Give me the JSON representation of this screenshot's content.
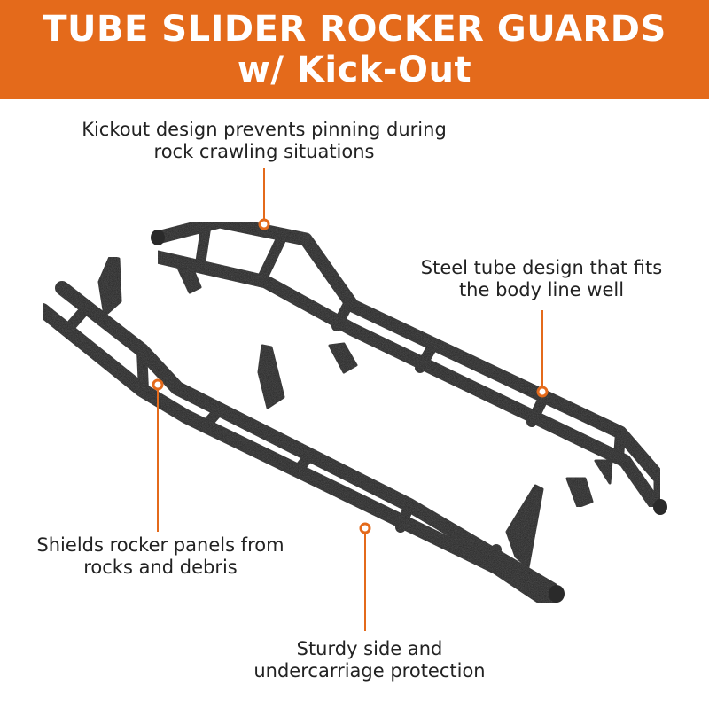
{
  "header": {
    "title_line1": "TUBE SLIDER ROCKER GUARDS",
    "title_line2": "w/ Kick-Out",
    "background_color": "#e46a1b"
  },
  "callouts": [
    {
      "id": "kickout",
      "line1": "Kickout design prevents pinning during",
      "line2": "rock crawling situations"
    },
    {
      "id": "steel-tube",
      "line1": "Steel tube design that fits",
      "line2": "the body line well"
    },
    {
      "id": "shields",
      "line1": "Shields rocker panels from",
      "line2": "rocks and debris"
    },
    {
      "id": "sturdy",
      "line1": "Sturdy side and",
      "line2": "undercarriage protection"
    }
  ],
  "colors": {
    "accent": "#e46a1b",
    "product": "#1f1f1f",
    "text": "#222222"
  }
}
